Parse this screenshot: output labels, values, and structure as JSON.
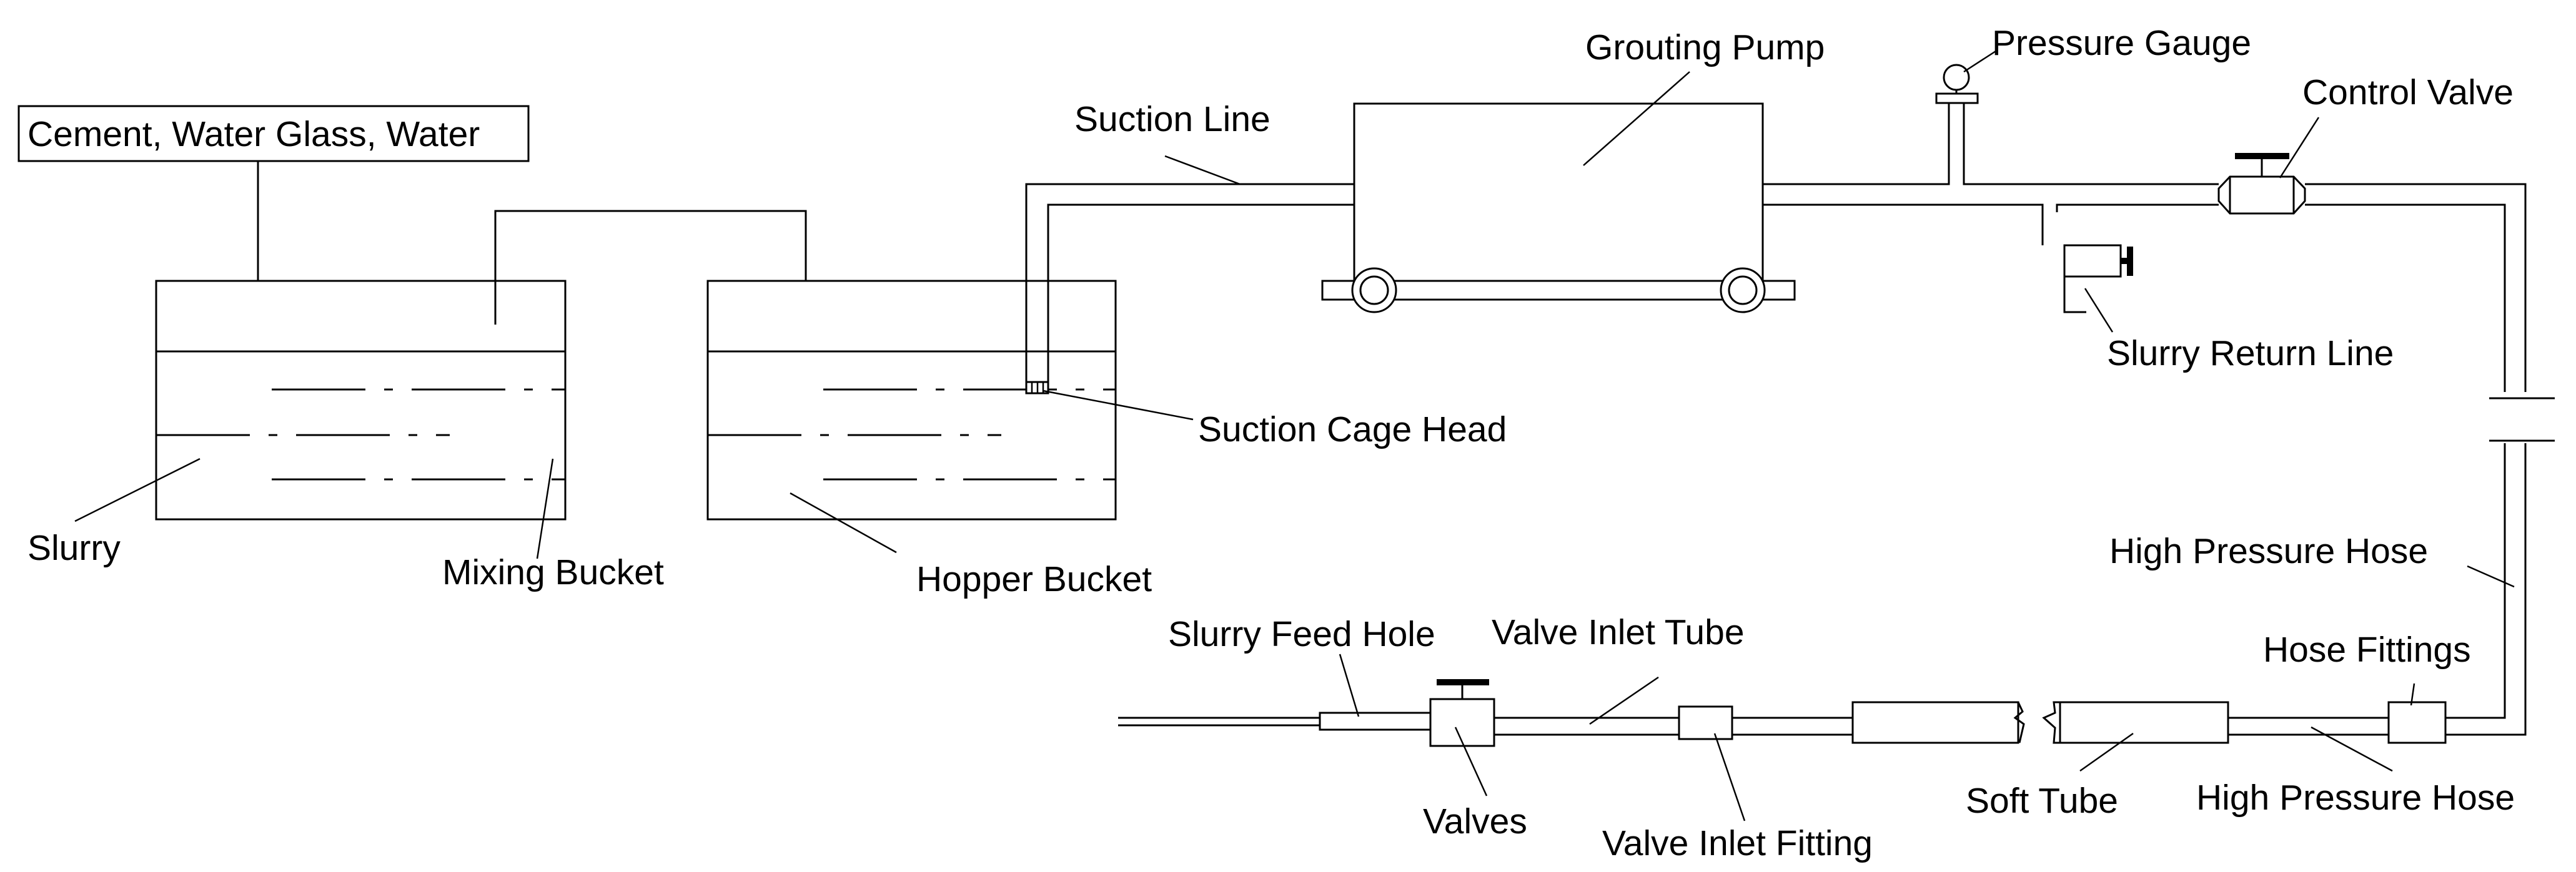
{
  "labels": {
    "materials": "Cement, Water Glass, Water",
    "slurry": "Slurry",
    "mixing_bucket": "Mixing Bucket",
    "hopper_bucket": "Hopper Bucket",
    "suction_line": "Suction Line",
    "suction_cage_head": "Suction Cage Head",
    "grouting_pump": "Grouting Pump",
    "pressure_gauge": "Pressure Gauge",
    "control_valve": "Control Valve",
    "slurry_return_line": "Slurry Return Line",
    "high_pressure_hose_upper": "High Pressure Hose",
    "hose_fittings": "Hose Fittings",
    "high_pressure_hose_lower": "High Pressure Hose",
    "soft_tube": "Soft Tube",
    "valve_inlet_fitting": "Valve Inlet Fitting",
    "valve_inlet_tube": "Valve Inlet Tube",
    "valves": "Valves",
    "slurry_feed_hole": "Slurry Feed Hole"
  }
}
